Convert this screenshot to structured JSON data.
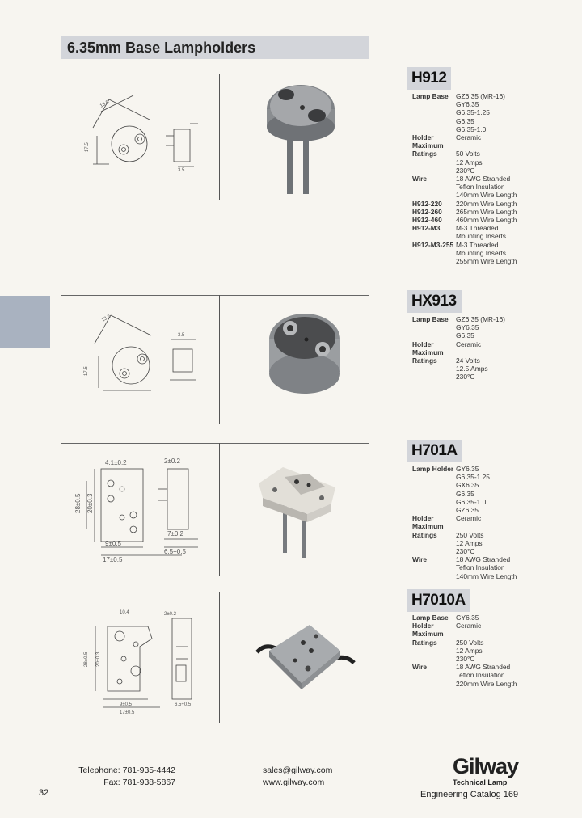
{
  "page": {
    "title": "6.35mm Base Lampholders",
    "page_number": "32"
  },
  "products": [
    {
      "model": "H912",
      "specs": [
        {
          "k": "Lamp Base",
          "v": "GZ6.35 (MR-16)"
        },
        {
          "k": "",
          "v": "GY6.35"
        },
        {
          "k": "",
          "v": "G6.35-1.25"
        },
        {
          "k": "",
          "v": "G6.35"
        },
        {
          "k": "",
          "v": "G6.35-1.0"
        },
        {
          "k": "Holder",
          "v": "Ceramic"
        },
        {
          "k": "Maximum",
          "v": ""
        },
        {
          "k": "Ratings",
          "v": "50 Volts"
        },
        {
          "k": "",
          "v": "12 Amps"
        },
        {
          "k": "",
          "v": "230°C"
        },
        {
          "k": "Wire",
          "v": "18 AWG Stranded"
        },
        {
          "k": "",
          "v": "Teflon Insulation"
        },
        {
          "k": "",
          "v": "140mm Wire Length"
        },
        {
          "k": "H912-220",
          "v": "220mm Wire Length"
        },
        {
          "k": "H912-260",
          "v": "265mm Wire Length"
        },
        {
          "k": "H912-460",
          "v": "460mm Wire Length"
        },
        {
          "k": "H912-M3",
          "v": "M-3 Threaded"
        },
        {
          "k": "",
          "v": "Mounting Inserts"
        },
        {
          "k": "H912-M3-255",
          "v": "M-3 Threaded"
        },
        {
          "k": "",
          "v": "Mounting Inserts"
        },
        {
          "k": "",
          "v": "255mm Wire Length"
        }
      ]
    },
    {
      "model": "HX913",
      "specs": [
        {
          "k": "Lamp Base",
          "v": "GZ6.35 (MR-16)"
        },
        {
          "k": "",
          "v": "GY6.35"
        },
        {
          "k": "",
          "v": "G6.35"
        },
        {
          "k": "Holder",
          "v": "Ceramic"
        },
        {
          "k": "Maximum",
          "v": ""
        },
        {
          "k": "Ratings",
          "v": "24 Volts"
        },
        {
          "k": "",
          "v": "12.5 Amps"
        },
        {
          "k": "",
          "v": "230°C"
        }
      ]
    },
    {
      "model": "H701A",
      "specs": [
        {
          "k": "Lamp Holder",
          "v": "GY6.35"
        },
        {
          "k": "",
          "v": "G6.35-1.25"
        },
        {
          "k": "",
          "v": "GX6.35"
        },
        {
          "k": "",
          "v": "G6.35"
        },
        {
          "k": "",
          "v": "G6.35-1.0"
        },
        {
          "k": "",
          "v": "GZ6.35"
        },
        {
          "k": "Holder",
          "v": "Ceramic"
        },
        {
          "k": "Maximum",
          "v": ""
        },
        {
          "k": "Ratings",
          "v": "250 Volts"
        },
        {
          "k": "",
          "v": "12 Amps"
        },
        {
          "k": "",
          "v": "230°C"
        },
        {
          "k": "Wire",
          "v": "18 AWG Stranded"
        },
        {
          "k": "",
          "v": "Teflon Insulation"
        },
        {
          "k": "",
          "v": "140mm Wire Length"
        }
      ]
    },
    {
      "model": "H7010A",
      "specs": [
        {
          "k": "Lamp Base",
          "v": "GY6.35"
        },
        {
          "k": "Holder",
          "v": "Ceramic"
        },
        {
          "k": "Maximum",
          "v": ""
        },
        {
          "k": "Ratings",
          "v": "250 Volts"
        },
        {
          "k": "",
          "v": "12 Amps"
        },
        {
          "k": "",
          "v": "230°C"
        },
        {
          "k": "Wire",
          "v": "18 AWG Stranded"
        },
        {
          "k": "",
          "v": "Teflon Insulation"
        },
        {
          "k": "",
          "v": "220mm Wire Length"
        }
      ]
    }
  ],
  "footer": {
    "telephone_label": "Telephone:",
    "telephone": "781-935-4442",
    "fax_label": "Fax:",
    "fax": "781-938-5867",
    "email": "sales@gilway.com",
    "website": "www.gilway.com",
    "brand_name": "Gilway",
    "brand_tagline": "Technical Lamp",
    "catalog": "Engineering Catalog 169"
  }
}
